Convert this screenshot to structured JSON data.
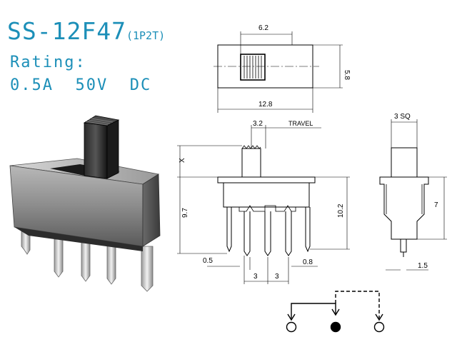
{
  "header": {
    "model": "SS-12F47",
    "config": "(1P2T)",
    "rating_label": "Rating:",
    "rating_value": "0.5A  50V  DC"
  },
  "dimensions": {
    "top_width": "6.2",
    "top_height": "5.8",
    "top_length": "12.8",
    "travel_value": "3.2",
    "travel_label": "TRAVEL",
    "x_label": "X",
    "side_height_left": "9.7",
    "side_height_right": "10.2",
    "pin_width": "0.5",
    "pin_pitch_1": "3",
    "pin_pitch_2": "3",
    "pin_thickness": "0.8",
    "square_label": "3 SQ",
    "end_height": "7",
    "end_pin": "1.5"
  },
  "colors": {
    "accent": "#1c8fb8",
    "line": "#000000"
  }
}
